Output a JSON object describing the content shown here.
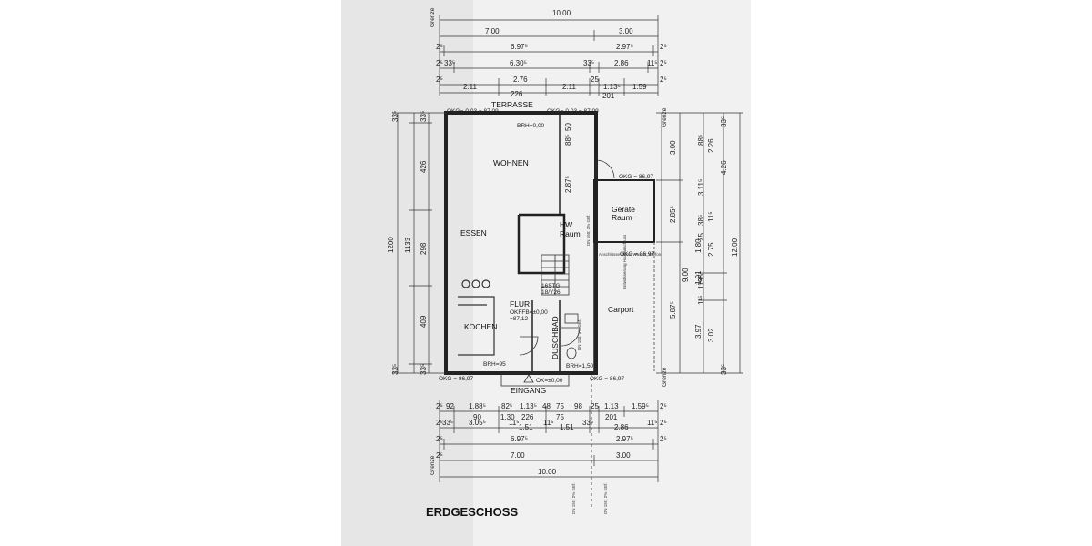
{
  "floor_title": "ERDGESCHOSS",
  "boundary_label": "Grenze",
  "rooms": {
    "wohnen": "WOHNEN",
    "essen": "ESSEN",
    "kochen": "KOCHEN",
    "flur": "FLUR",
    "hw_raum_1": "HW",
    "hw_raum_2": "Raum",
    "geraete_1": "Geräte",
    "geraete_2": "Raum",
    "duschbad": "DUSCHBAD",
    "carport": "Carport",
    "terrasse": "TERRASSE",
    "eingang": "EINGANG"
  },
  "levels": {
    "okg_top_left": "OKG=-0,03 = 87,09",
    "okg_top_right": "OKG=-0,03 = 87,09",
    "okg_geraete": "OKG = 86,97",
    "okg_carport": "OKG = 86,97",
    "okg_bottom_left": "OKG = 86,97",
    "okg_bottom_right": "OKG = 86,97",
    "ok_eingang": "OK=±0,00",
    "okffb_1": "OKFFB=±0,00",
    "okffb_2": "=87,12",
    "brh_top": "BRH=0,00",
    "brh_bottom_left": "BRH=95",
    "brh_bottom_right": "BRH=1,50"
  },
  "stair": {
    "steps": "16STG",
    "ratio": "18/Y26"
  },
  "notes": {
    "dn_1": "DN 150; 2% GEf.",
    "dn_2": "DN 150; 1% GEf.",
    "dn_3": "DN 150; 2% GEf.",
    "entw": "Entwässerung Hausanschluss",
    "anschl": "Anschlüsse Strom Wasser Telefon"
  },
  "dims_top": {
    "row1": [
      "10.00"
    ],
    "row2": [
      "7.00",
      "3.00"
    ],
    "row3": [
      "2⁵",
      "6.97⁵",
      "2.97⁵",
      "2⁵"
    ],
    "row4": [
      "2⁵",
      "33⁵",
      "6.30⁵",
      "33⁵",
      "2.86",
      "11⁵",
      "2⁵"
    ],
    "row5": [
      "2⁵",
      "2.11",
      "2.76",
      "2.11",
      "25",
      "1.13⁵",
      "1.59",
      "2⁵"
    ],
    "row5b": [
      "226",
      "201"
    ]
  },
  "dims_bottom": {
    "row1": [
      "2⁵",
      "92",
      "1.88⁵",
      "82⁵",
      "1.13⁵",
      "48",
      "75",
      "98",
      "25",
      "1.13",
      "1.59⁵",
      "2⁵"
    ],
    "row1b": [
      "90",
      "1.30",
      "226",
      "75",
      "201"
    ],
    "row2": [
      "2⁵",
      "33⁵",
      "3.05⁵",
      "11⁵",
      "1.51",
      "11⁵",
      "1.51",
      "33⁵",
      "2.86",
      "11⁵",
      "2⁵"
    ],
    "row3": [
      "2⁵",
      "6.97⁵",
      "2.97⁵",
      "2⁵"
    ],
    "row4": [
      "2⁵",
      "7.00",
      "3.00"
    ],
    "row5": [
      "10.00"
    ]
  },
  "dims_left": {
    "total": "1200",
    "inner": "1133",
    "segs": [
      "33⁵",
      "426",
      "298",
      "409",
      "33⁵"
    ],
    "inner_segs": [
      "33⁵",
      "33⁵"
    ]
  },
  "dims_right": {
    "col1": [
      "3.00",
      "2.85⁵",
      "9.00",
      "5.87⁵"
    ],
    "col2": [
      "1.01",
      "1.80",
      "3.97"
    ],
    "col3": [
      "88⁵",
      "3.11⁵",
      "38⁵",
      "75",
      "95",
      "1¹⁵",
      "11⁵"
    ],
    "col4": [
      "2.26",
      "11⁵",
      "2.75",
      "3.02"
    ],
    "col5": [
      "33⁵",
      "4.26",
      "12.00",
      "33⁵"
    ]
  },
  "interior_dims": {
    "d1": "2.87⁵",
    "d2": "88⁵",
    "d3": "50"
  }
}
